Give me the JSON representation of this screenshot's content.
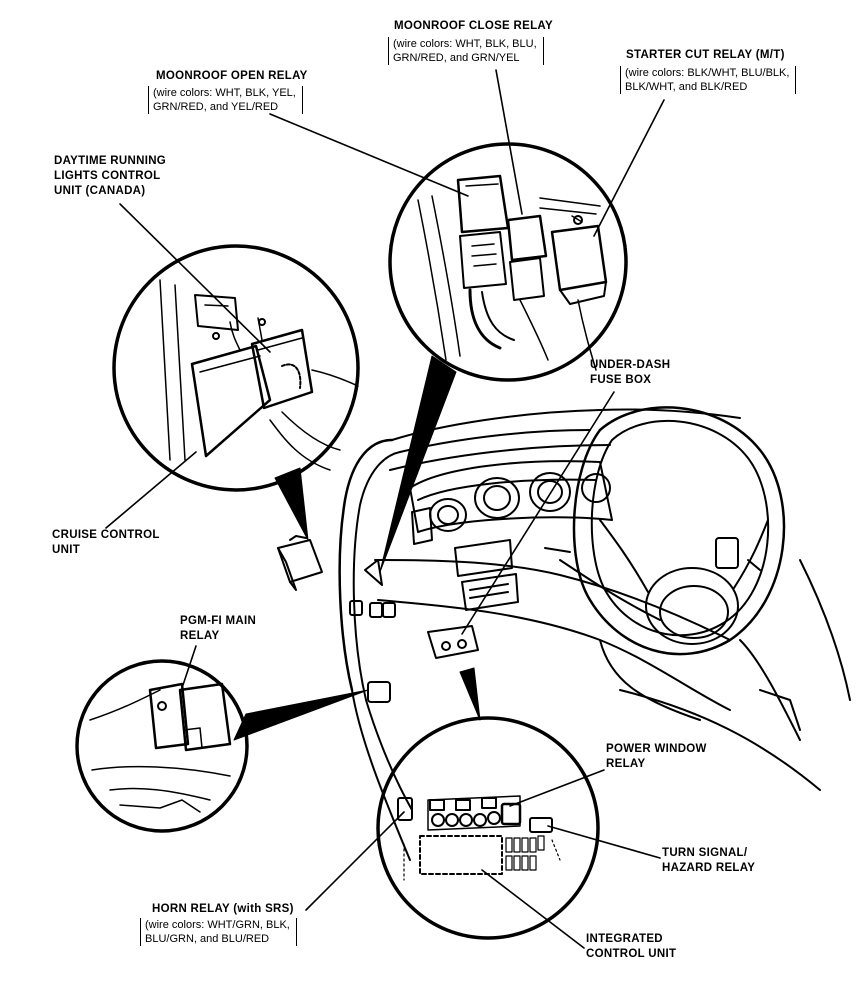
{
  "labels": {
    "moonroof_close": {
      "title": "MOONROOF CLOSE RELAY",
      "notes": [
        "(wire colors: WHT, BLK, BLU,",
        "GRN/RED, and GRN/YEL"
      ]
    },
    "starter_cut": {
      "title": "STARTER CUT RELAY (M/T)",
      "notes": [
        "(wire colors: BLK/WHT, BLU/BLK,",
        "BLK/WHT, and BLK/RED"
      ]
    },
    "moonroof_open": {
      "title": "MOONROOF OPEN RELAY",
      "notes": [
        "(wire colors: WHT, BLK, YEL,",
        "GRN/RED, and YEL/RED"
      ]
    },
    "daytime_running": {
      "lines": [
        "DAYTIME RUNNING",
        "LIGHTS CONTROL",
        "UNIT (CANADA)"
      ]
    },
    "under_dash": {
      "lines": [
        "UNDER-DASH",
        "FUSE BOX"
      ]
    },
    "cruise_control": {
      "lines": [
        "CRUISE CONTROL",
        "UNIT"
      ]
    },
    "pgm_fi": {
      "lines": [
        "PGM-FI MAIN",
        "RELAY"
      ]
    },
    "power_window": {
      "lines": [
        "POWER WINDOW",
        "RELAY"
      ]
    },
    "turn_signal": {
      "lines": [
        "TURN SIGNAL/",
        "HAZARD RELAY"
      ]
    },
    "horn_relay": {
      "title": "HORN RELAY (with SRS)",
      "notes": [
        "(wire colors: WHT/GRN, BLK,",
        "BLU/GRN, and BLU/RED"
      ]
    },
    "integrated": {
      "lines": [
        "INTEGRATED",
        "CONTROL UNIT"
      ]
    }
  }
}
